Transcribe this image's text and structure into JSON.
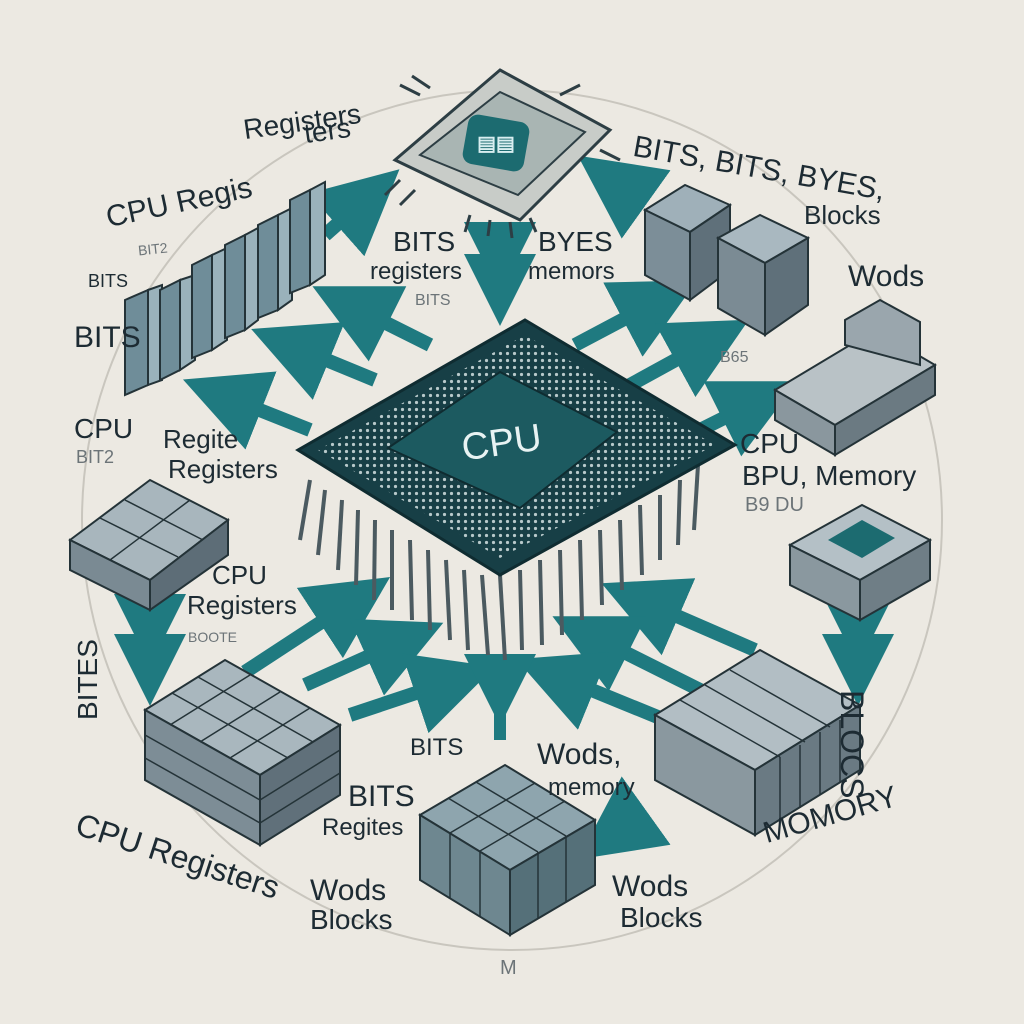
{
  "colors": {
    "background": "#ece9e2",
    "teal": "#1f7a80",
    "chip_dark": "#173f46",
    "slate": "#8796a0",
    "ink": "#1d2b33"
  },
  "cpu": {
    "label": "CPU"
  },
  "labels": {
    "top_left_registers": "Registers",
    "top_left_cpu_regis": "CPU Regis",
    "top_left_ters": "ters",
    "top_left_bitz": "BIT2",
    "left_bits_small": "BITS",
    "left_bits_large": "BITS",
    "left_cpu": "CPU",
    "left_bitz": "BIT2",
    "left_regite": "Regite",
    "left_registers": "Registers",
    "center_bits": "BITS",
    "center_registers": "registers",
    "center_bytes": "BYES",
    "center_memors": "memors",
    "center_bits_small": "BITS",
    "top_right_line1": "BITS, BITS, BYES,",
    "top_right_blocks": "Blocks",
    "right_wods": "Wods",
    "right_b65": "B65",
    "right_cpu": "CPU",
    "right_bpu_memory": "BPU, Memory",
    "right_bqu": "B9 DU",
    "right_blocs_vertical": "BLOCS",
    "lower_left_cpu": "CPU",
    "lower_left_registers": "Registers",
    "lower_left_code": "BOOTE",
    "left_bites_vertical": "BITES",
    "bottom_left_cpu_registers": "CPU Registers",
    "bottom_center_bits": "BITS",
    "bottom_center_bits_big": "BITS",
    "bottom_center_regites": "Regites",
    "bottom_center_wods": "Wods",
    "bottom_center_blocks": "Blocks",
    "bottom_wods_memory": "Wods,",
    "bottom_memory": "memory",
    "bottom_right_wods": "Wods",
    "bottom_right_blocks": "Blocks",
    "bottom_right_momory": "MOMORY",
    "bottom_m": "M"
  }
}
